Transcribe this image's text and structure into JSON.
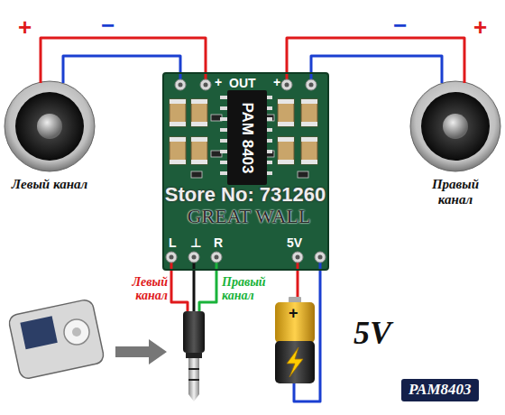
{
  "diagram": {
    "nodes": [
      {
        "text": [
          "OUT",
          "+",
          "+",
          "L",
          "⊥",
          "R",
          "5V"
        ]
      },
      {
        "text": [
          "PAM 8403"
        ],
        "in": 0
      }
    ],
    "labels": [
      "+",
      "−",
      "−",
      "+",
      "Левый канал",
      "Правый канал",
      "Store No: 731260",
      "GREAT WALL",
      "Левый канал",
      "Правый канал",
      "5V",
      "PAM8403",
      "+"
    ]
  }
}
